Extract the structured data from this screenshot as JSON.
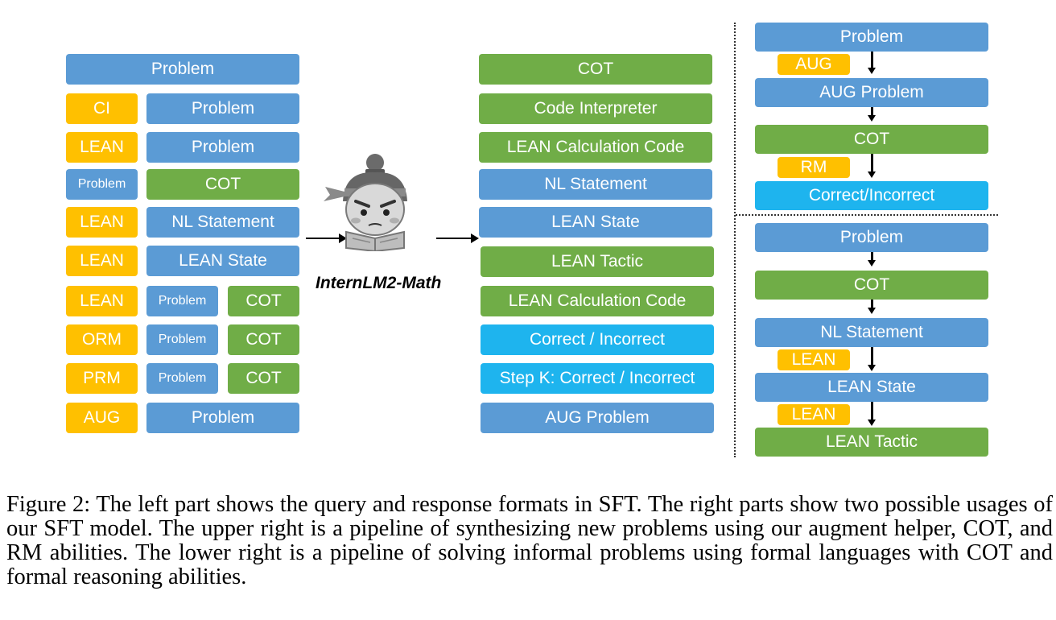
{
  "left_panel": {
    "rows": [
      {
        "full": "Problem"
      },
      {
        "tag": "CI",
        "main": "Problem"
      },
      {
        "tag": "LEAN",
        "main": "Problem"
      },
      {
        "tag": "Problem",
        "main": "COT"
      },
      {
        "tag": "LEAN",
        "main": "NL Statement"
      },
      {
        "tag": "LEAN",
        "main": "LEAN State"
      },
      {
        "tag": "LEAN",
        "sub": "Problem",
        "cot": "COT"
      },
      {
        "tag": "ORM",
        "sub": "Problem",
        "cot": "COT"
      },
      {
        "tag": "PRM",
        "sub": "Problem",
        "cot": "COT"
      },
      {
        "tag": "AUG",
        "main": "Problem"
      }
    ]
  },
  "model": {
    "name": "InternLM2-Math",
    "mascot_icon": "scholar-mascot-icon"
  },
  "middle_panel": {
    "responses": [
      "COT",
      "Code Interpreter",
      "LEAN Calculation Code",
      "NL Statement",
      "LEAN State",
      "LEAN Tactic",
      "LEAN Calculation Code",
      "Correct / Incorrect",
      "Step K: Correct / Incorrect",
      "AUG Problem"
    ]
  },
  "upper_right": {
    "steps": [
      "Problem",
      "AUG Problem",
      "COT",
      "Correct/Incorrect"
    ],
    "tags": [
      "AUG",
      "RM"
    ]
  },
  "lower_right": {
    "steps": [
      "Problem",
      "COT",
      "NL Statement",
      "LEAN State",
      "LEAN Tactic"
    ],
    "tags": [
      "LEAN",
      "LEAN"
    ]
  },
  "colors": {
    "blue": "#5b9bd5",
    "green": "#70ad47",
    "orange": "#ffc000",
    "cyan": "#1eb4ee"
  },
  "caption": "Figure 2: The left part shows the query and response formats in SFT. The right parts show two possible usages of our SFT model. The upper right is a pipeline of synthesizing new problems using our augment helper, COT, and RM abilities. The lower right is a pipeline of solving informal problems using formal languages with COT and formal reasoning abilities."
}
